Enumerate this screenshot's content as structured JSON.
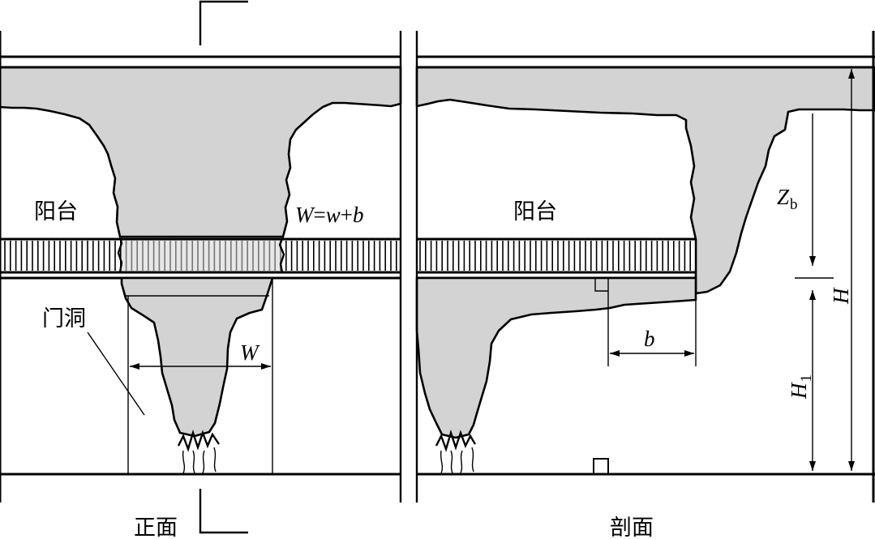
{
  "labels": {
    "balcony_left": "阳台",
    "balcony_right": "阳台",
    "formula_W": "W",
    "formula_eq": "=",
    "formula_w": "w",
    "formula_plus": "+",
    "formula_b": "b",
    "door_opening": "门洞",
    "dim_W": "W",
    "dim_b": "b",
    "dim_Z": "Z",
    "dim_Z_sub": "b",
    "dim_H": "H",
    "dim_H1": "H",
    "dim_H1_sub": "1",
    "caption_front": "正面",
    "caption_section": "剖面"
  },
  "colors": {
    "smoke": "#d3d3d3",
    "line": "#000000",
    "background": "#ffffff"
  }
}
